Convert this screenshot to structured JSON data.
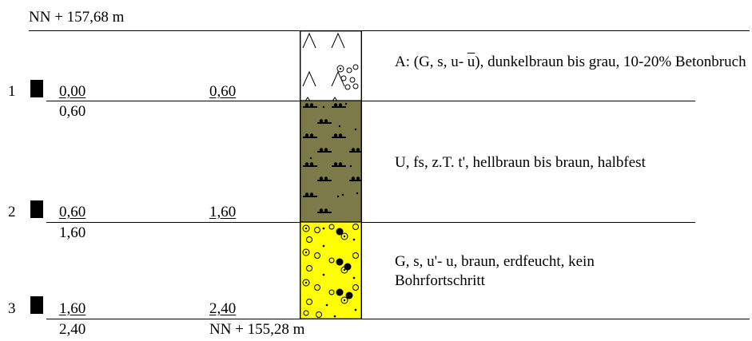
{
  "profile": {
    "top_level": "NN + 157,68 m",
    "bottom_level": "NN + 155,28 m",
    "colors": {
      "layer_A_fill": "#ffffff",
      "layer_U_fill": "#7b7a48",
      "layer_G_fill": "#ffff00",
      "line": "#000000"
    },
    "layers": [
      {
        "index": "1",
        "top_depth": "0,00",
        "bottom_depth": "0,60",
        "next_top": "0,60",
        "description_before": "A: (G, s, u- ",
        "description_overline": "u",
        "description_after": "), dunkelbraun bis grau, 10-20% Betonbruch",
        "pattern": "fill-material-symbols"
      },
      {
        "index": "2",
        "top_depth": "0,60",
        "bottom_depth": "1,60",
        "next_top": "1,60",
        "description": "U, fs, z.T. t', hellbraun bis braun, halbfest",
        "pattern": "silt-symbols"
      },
      {
        "index": "3",
        "top_depth": "1,60",
        "bottom_depth": "2,40",
        "next_top": "2,40",
        "description": "G, s, u'- u, braun, erdfeucht, kein Bohrfortschritt",
        "pattern": "gravel-symbols"
      }
    ]
  }
}
